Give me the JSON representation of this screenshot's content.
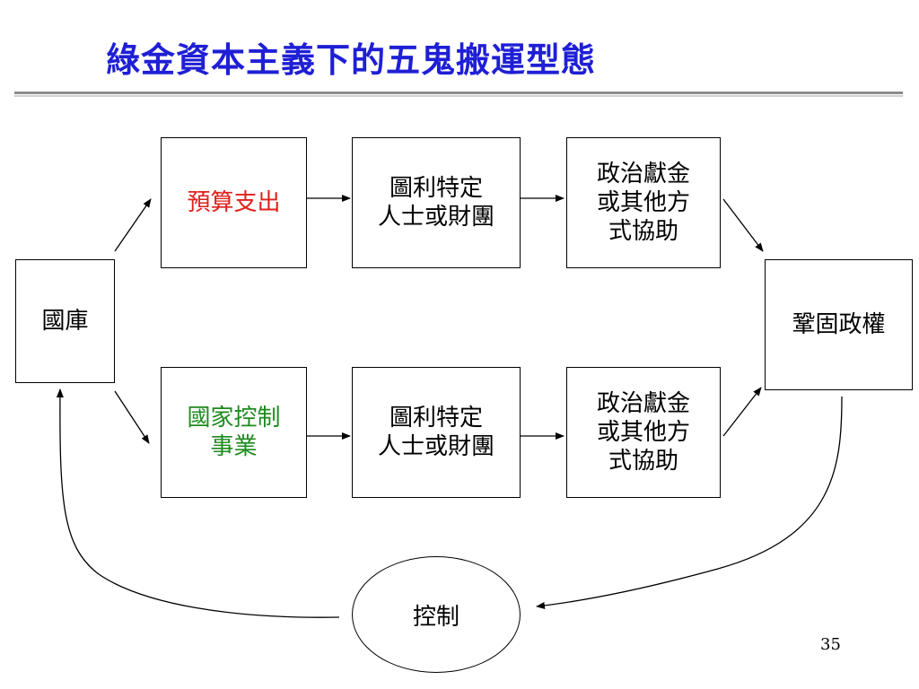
{
  "title": "綠金資本主義下的五鬼搬運型態",
  "nodes": {
    "treasury": {
      "label": "國庫"
    },
    "budget": {
      "label": "預算支出",
      "color": "#e0201c"
    },
    "state_enterprise": {
      "line1": "國家控制",
      "line2": "事業",
      "color": "#1e8a1e"
    },
    "benefit_top": {
      "line1": "圖利特定",
      "line2": "人士或財團"
    },
    "benefit_bottom": {
      "line1": "圖利特定",
      "line2": "人士或財團"
    },
    "donation_top": {
      "line1": "政治獻金",
      "line2": "或其他方",
      "line3": "式協助"
    },
    "donation_bottom": {
      "line1": "政治獻金",
      "line2": "或其他方",
      "line3": "式協助"
    },
    "consolidate": {
      "label": "鞏固政權"
    },
    "control": {
      "label": "控制"
    }
  },
  "page_number": "35",
  "colors": {
    "title": "#1f1fd6",
    "budget": "#e0201c",
    "state_enterprise": "#1e8a1e"
  }
}
